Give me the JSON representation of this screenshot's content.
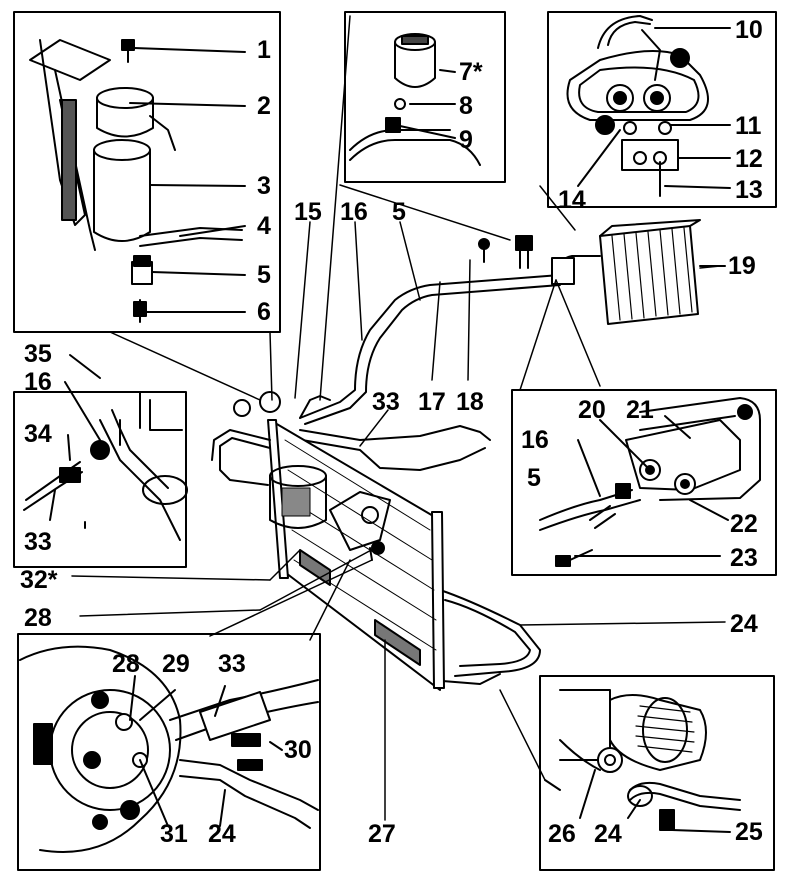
{
  "callouts": {
    "c1": "1",
    "c2": "2",
    "c3": "3",
    "c4": "4",
    "c5a": "5",
    "c6": "6",
    "c7": "7*",
    "c8": "8",
    "c9": "9",
    "c10": "10",
    "c11": "11",
    "c12": "12",
    "c13": "13",
    "c14": "14",
    "c15": "15",
    "c16a": "16",
    "c5b": "5",
    "c19": "19",
    "c35": "35",
    "c16b": "16",
    "c34": "34",
    "c33a": "33",
    "c33b": "33",
    "c17": "17",
    "c18": "18",
    "c20": "20",
    "c21": "21",
    "c16c": "16",
    "c5c": "5",
    "c22": "22",
    "c23": "23",
    "c32": "32*",
    "c28a": "28",
    "c24a": "24",
    "c28b": "28",
    "c29": "29",
    "c33c": "33",
    "c30": "30",
    "c31": "31",
    "c24b": "24",
    "c27": "27",
    "c26": "26",
    "c24c": "24",
    "c25": "25"
  }
}
